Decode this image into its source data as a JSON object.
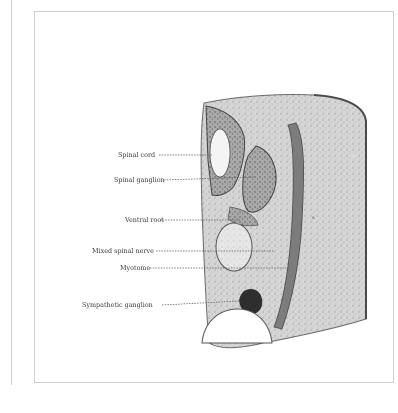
{
  "figure": {
    "labels": {
      "spinal_cord": "Spinal cord",
      "spinal_ganglion": "Spinal ganglion",
      "ventral_root": "Ventral root",
      "mixed_spinal_nerve": "Mixed spinal nerve",
      "myotome": "Myotome",
      "sympathetic_ganglion": "Sympathetic ganglion"
    }
  }
}
